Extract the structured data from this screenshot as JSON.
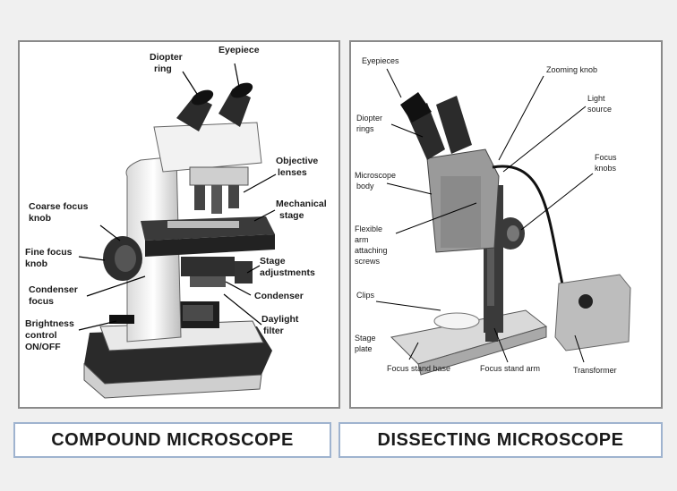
{
  "compound": {
    "caption": "COMPOUND MICROSCOPE",
    "labels": {
      "diopter_1": "Diopter",
      "diopter_2": "ring",
      "eyepiece": "Eyepiece",
      "objective_1": "Objective",
      "objective_2": "lenses",
      "mechanical_1": "Mechanical",
      "mechanical_2": "stage",
      "coarse_1": "Coarse focus",
      "coarse_2": "knob",
      "fine_1": "Fine focus",
      "fine_2": "knob",
      "stage_adj_1": "Stage",
      "stage_adj_2": "adjustments",
      "condenser_focus_1": "Condenser",
      "condenser_focus_2": "focus",
      "condenser": "Condenser",
      "daylight_1": "Daylight",
      "daylight_2": "filter",
      "brightness_1": "Brightness",
      "brightness_2": "control",
      "brightness_3": "ON/OFF"
    }
  },
  "dissecting": {
    "caption": "DISSECTING MICROSCOPE",
    "labels": {
      "eyepieces": "Eyepieces",
      "zooming": "Zooming knob",
      "light_1": "Light",
      "light_2": "source",
      "diopter_1": "Diopter",
      "diopter_2": "rings",
      "focus_knobs_1": "Focus",
      "focus_knobs_2": "knobs",
      "body_1": "Microscope",
      "body_2": "body",
      "flex_1": "Flexible",
      "flex_2": "arm",
      "flex_3": "attaching",
      "flex_4": "screws",
      "clips": "Clips",
      "stage_plate_1": "Stage",
      "stage_plate_2": "plate",
      "base": "Focus stand base",
      "arm": "Focus stand arm",
      "transformer": "Transformer"
    }
  }
}
